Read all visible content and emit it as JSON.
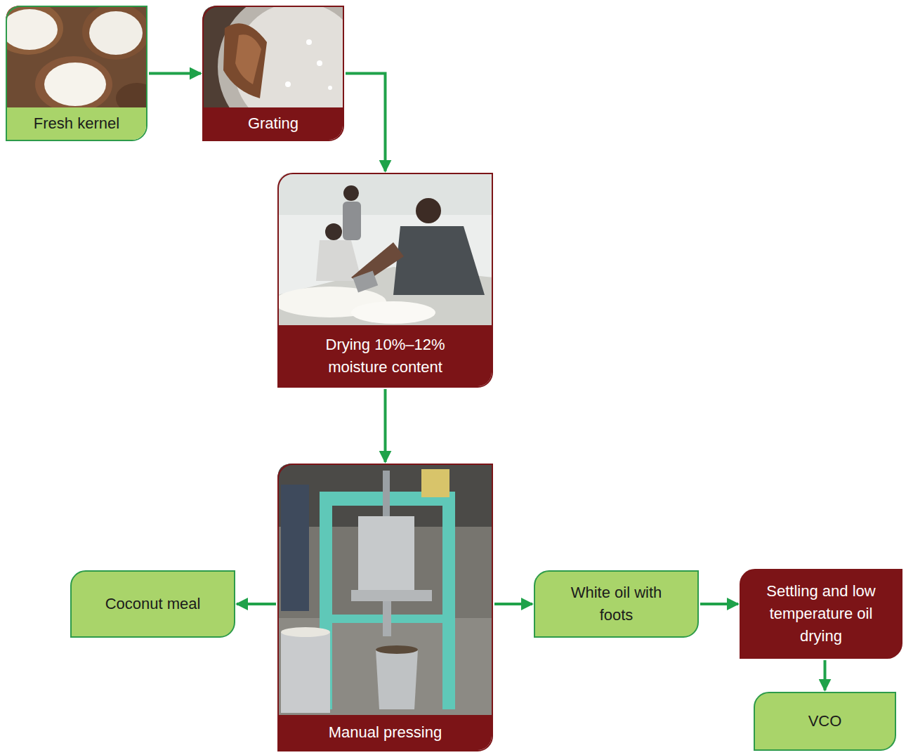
{
  "diagram": {
    "nodes": [
      {
        "text": [
          "Fresh kernel"
        ]
      },
      {
        "text": [
          "Grating"
        ]
      },
      {
        "text": [
          "Drying 10%–12% moisture content"
        ]
      },
      {
        "text": [
          "Manual pressing"
        ]
      },
      {
        "text": [
          "Coconut meal"
        ]
      },
      {
        "text": [
          "White oil with foots"
        ]
      },
      {
        "text": [
          "Settling and low temperature oil drying"
        ]
      },
      {
        "text": [
          "VCO"
        ]
      }
    ],
    "edges": [
      {
        "from": 0,
        "to": 1,
        "arrow": "to"
      },
      {
        "from": 1,
        "to": 2,
        "arrow": "to"
      },
      {
        "from": 2,
        "to": 3,
        "arrow": "to"
      },
      {
        "from": 3,
        "to": 4,
        "arrow": "to"
      },
      {
        "from": 3,
        "to": 5,
        "arrow": "to"
      },
      {
        "from": 5,
        "to": 6,
        "arrow": "to"
      },
      {
        "from": 6,
        "to": 7,
        "arrow": "to"
      }
    ]
  }
}
